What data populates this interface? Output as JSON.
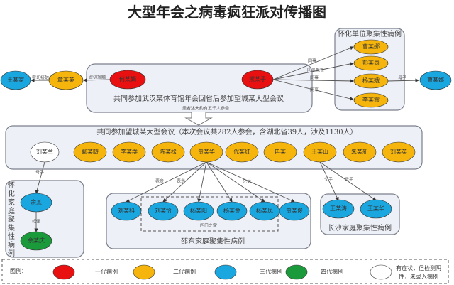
{
  "title": "大型年会之病毒疯狂派对传播图",
  "colors": {
    "gen1": "#e81010",
    "gen2": "#f5b50c",
    "gen3": "#1aa6de",
    "gen4": "#1b9a3c",
    "untracked": "#ffffff"
  },
  "top": {
    "caption": "共同参加武汉某体育馆年会回省后参加望城某大型会议",
    "subcaption": "患者述大约有五千人参会",
    "n1": "何某娟",
    "n2": "熊某子",
    "zhang": "章某英",
    "wang": "王某家",
    "contact1": "密切接触",
    "contact2": "密切接触"
  },
  "unit": {
    "title": "怀化单位聚集性病例",
    "nodes": [
      "曹某娜",
      "彭某尚",
      "杨某娥",
      "李某霞"
    ],
    "edges": [
      "同事",
      "同事聚餐",
      "同事",
      "同事"
    ],
    "child": "曹某娜",
    "child_label": "母子"
  },
  "meeting": {
    "caption": "共同参加望城某大型会议（本次会议共282人参会，含湖北省39人，涉及1130人）",
    "nodes": [
      "刘某兰",
      "聊某畴",
      "李某群",
      "陈某松",
      "贾某华",
      "代某红",
      "冉某",
      "王某山",
      "朱某新",
      "刘某英"
    ]
  },
  "huaihua_family": {
    "title": "怀化家庭聚集性病例",
    "n1": "余某",
    "n2": "余某庆",
    "edge1": "母子",
    "edge2": "叔侄"
  },
  "shaodong": {
    "title": "邵东家庭聚集性病例",
    "group": "四口之家",
    "nodes": [
      "刘某科",
      "刘某怡",
      "杨某阳",
      "杨某金",
      "杨某凤",
      "贾某俊"
    ],
    "edges": [
      "表亲",
      "表亲",
      "兄弟"
    ]
  },
  "changsha": {
    "title": "长沙家庭聚集性病例",
    "nodes": [
      "王某涛",
      "王某华"
    ],
    "edges": [
      "父子",
      "母子"
    ]
  },
  "legend": {
    "label": "图例：",
    "items": [
      "一代病例",
      "二代病例",
      "三代病例",
      "四代病例"
    ],
    "white_line1": "有症状，但检测阴",
    "white_line2": "性，未录入病例"
  }
}
